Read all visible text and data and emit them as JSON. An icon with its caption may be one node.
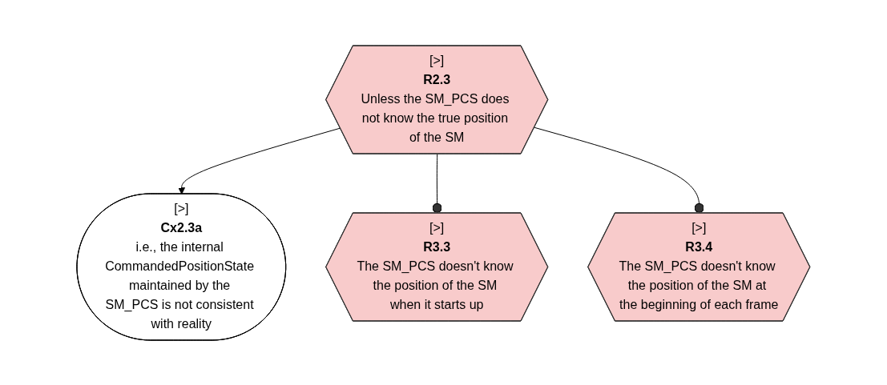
{
  "diagram": {
    "nodes": [
      {
        "text": [
          "[>]",
          "Cx2.3a",
          "i.e., the internal CommandedPositionState maintained by the SM_PCS is not consistent with reality"
        ]
      },
      {
        "text": [
          "[>]",
          "R2.3",
          "Unless the SM_PCS does not know the true position of the SM"
        ]
      },
      {
        "text": [
          "[>]",
          "R3.3",
          "The SM_PCS doesn't know the position of the SM when it starts up"
        ]
      },
      {
        "text": [
          "[>]",
          "R3.4",
          "The SM_PCS doesn't know the position of the SM at the beginning of each frame"
        ]
      }
    ],
    "edges": [
      {
        "from": 1,
        "to": 0,
        "arrow": "to"
      },
      {
        "from": 1,
        "to": 2,
        "arrow": "other"
      },
      {
        "from": 1,
        "to": 3,
        "arrow": "other"
      }
    ]
  }
}
